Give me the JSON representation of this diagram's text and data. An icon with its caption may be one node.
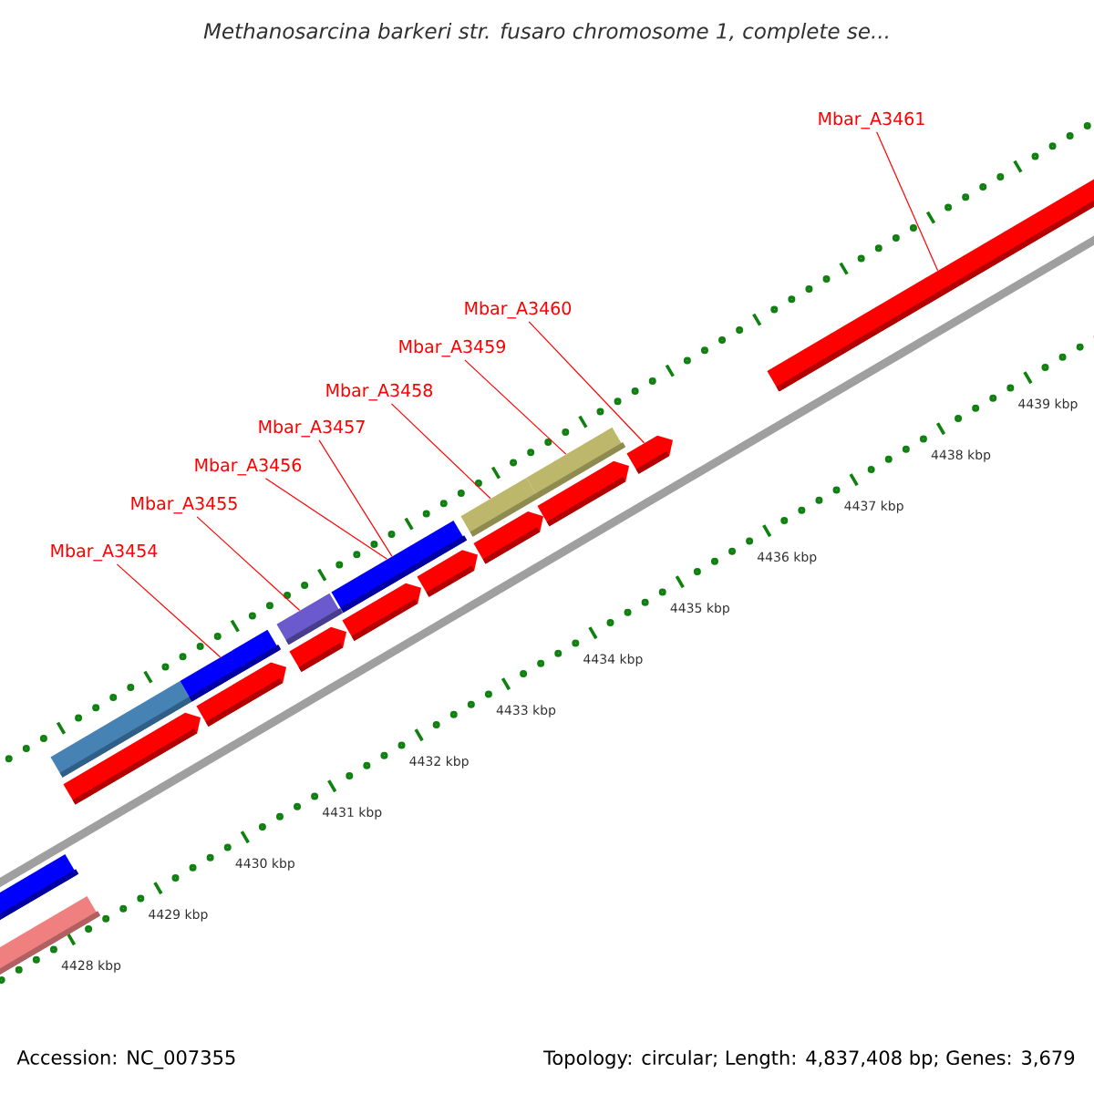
{
  "diagram": {
    "title": "Methanosarcina barkeri str. fusaro chromosome 1, complete se...",
    "nodes": [
      {
        "text": [
          "Mbar_A3454"
        ]
      },
      {
        "text": [
          "Mbar_A3455"
        ]
      },
      {
        "text": [
          "Mbar_A3456"
        ]
      },
      {
        "text": [
          "Mbar_A3457"
        ]
      },
      {
        "text": [
          "Mbar_A3458"
        ]
      },
      {
        "text": [
          "Mbar_A3459"
        ]
      },
      {
        "text": [
          "Mbar_A3460"
        ]
      },
      {
        "text": [
          "Mbar_A3461"
        ]
      },
      {
        "text": [],
        "shape": "bar"
      },
      {
        "text": [],
        "shape": "bar"
      },
      {
        "text": [],
        "shape": "bar"
      },
      {
        "text": [],
        "shape": "pentagon"
      },
      {
        "text": [],
        "shape": "bar"
      },
      {
        "text": [],
        "shape": "pentagon"
      },
      {
        "text": [],
        "shape": "bar"
      },
      {
        "text": [],
        "shape": "pentagon"
      },
      {
        "text": [],
        "shape": "bar"
      },
      {
        "text": [],
        "shape": "pentagon"
      },
      {
        "text": [],
        "shape": "pentagon"
      },
      {
        "text": [],
        "shape": "bar"
      },
      {
        "text": [],
        "shape": "pentagon"
      },
      {
        "text": [],
        "shape": "bar"
      },
      {
        "text": [],
        "shape": "pentagon"
      },
      {
        "text": [],
        "shape": "pentagon"
      },
      {
        "text": [],
        "shape": "bar"
      }
    ],
    "edges": [
      {
        "from": 0,
        "to": 12,
        "arrow": "none"
      },
      {
        "from": 1,
        "to": 14,
        "arrow": "none"
      },
      {
        "from": 2,
        "to": 16,
        "arrow": "none"
      },
      {
        "from": 3,
        "to": 16,
        "arrow": "none"
      },
      {
        "from": 4,
        "to": 19,
        "arrow": "none"
      },
      {
        "from": 5,
        "to": 21,
        "arrow": "none"
      },
      {
        "from": 6,
        "to": 23,
        "arrow": "none"
      },
      {
        "from": 7,
        "to": 24,
        "arrow": "none"
      }
    ],
    "labels": [
      "4428 kbp",
      "4429 kbp",
      "4430 kbp",
      "4431 kbp",
      "4432 kbp",
      "4433 kbp",
      "4434 kbp",
      "4435 kbp",
      "4436 kbp",
      "4437 kbp",
      "4438 kbp",
      "4439 kbp",
      "Accession: NC_007355",
      "Topology: circular; Length: 4,837,408 bp; Genes: 3,679"
    ]
  }
}
